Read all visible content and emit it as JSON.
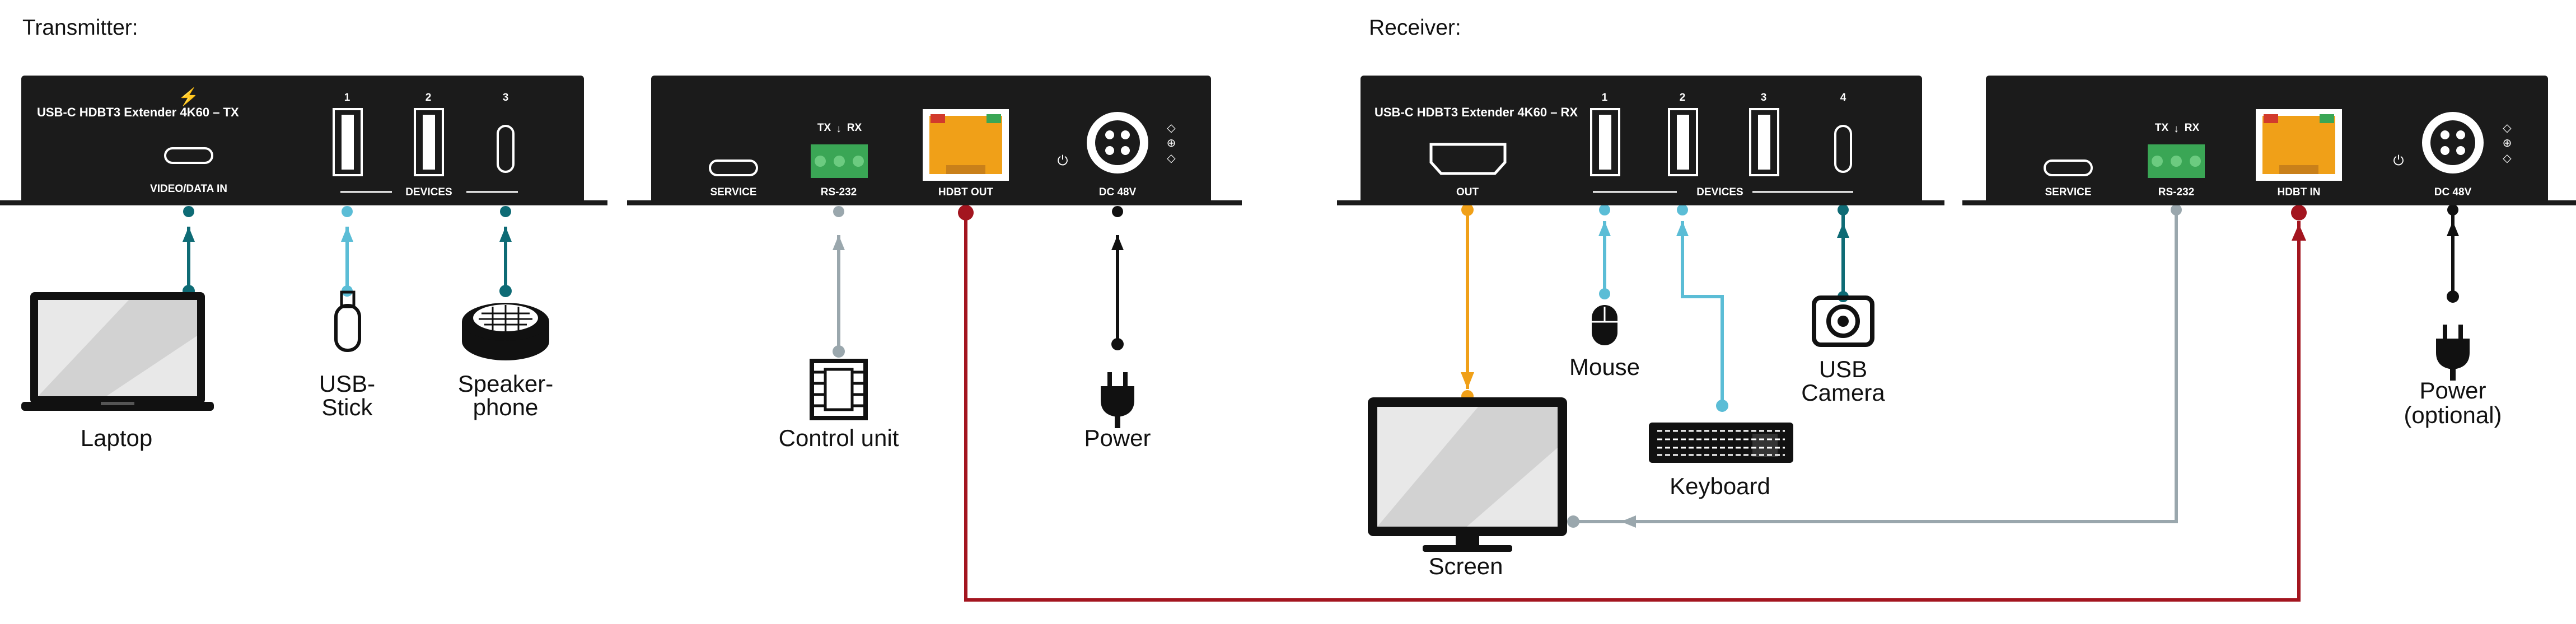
{
  "sections": {
    "transmitter": "Transmitter:",
    "receiver": "Receiver:"
  },
  "devices": {
    "tx_title": "USB-C HDBT3 Extender 4K60 – TX",
    "rx_title": "USB-C HDBT3 Extender 4K60 – RX"
  },
  "ports": {
    "video_data_in": "VIDEO/DATA IN",
    "devices": "DEVICES",
    "service": "SERVICE",
    "rs232": "RS-232",
    "tx_rx": "TX",
    "rx": "RX",
    "hdbt_out": "HDBT OUT",
    "hdbt_in": "HDBT IN",
    "dc48v": "DC 48V",
    "out": "OUT",
    "num1": "1",
    "num2": "2",
    "num3": "3",
    "num4": "4"
  },
  "peripherals": {
    "laptop": "Laptop",
    "usb_stick_1": "USB-",
    "usb_stick_2": "Stick",
    "speakerphone_1": "Speaker-",
    "speakerphone_2": "phone",
    "control_unit": "Control unit",
    "power": "Power",
    "screen": "Screen",
    "mouse": "Mouse",
    "keyboard": "Keyboard",
    "usb_camera_1": "USB",
    "usb_camera_2": "Camera",
    "power_optional_1": "Power",
    "power_optional_2": "(optional)"
  },
  "colors": {
    "teal": "#0e6b75",
    "light_blue": "#5bbdd6",
    "gray": "#9aa7ad",
    "red": "#a3151f",
    "orange": "#f0a018",
    "black": "#111111",
    "device_body": "#1b1b1b",
    "terminal_green": "#3aa655"
  }
}
